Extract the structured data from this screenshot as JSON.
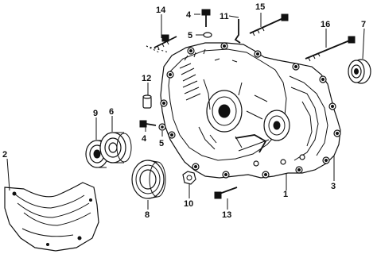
{
  "diagram": {
    "callouts": [
      "1",
      "2",
      "3",
      "4",
      "4",
      "5",
      "5",
      "6",
      "7",
      "8",
      "9",
      "10",
      "11",
      "12",
      "13",
      "14",
      "15",
      "16"
    ]
  }
}
